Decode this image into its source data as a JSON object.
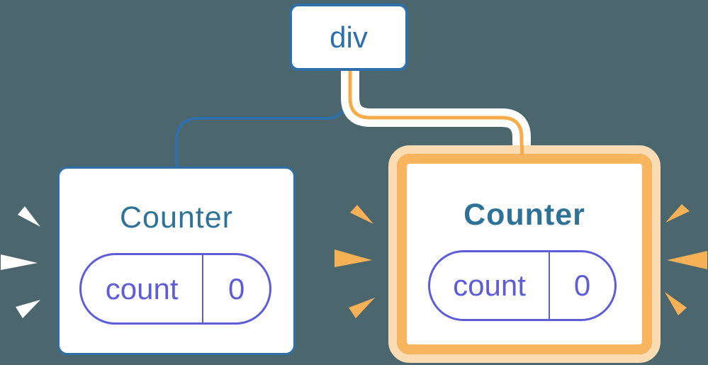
{
  "diagram": {
    "description": "React component tree: a div root with two Counter children; the right Counter instance is highlighted as re-rendered",
    "background_color": "#4C666E",
    "root": {
      "label": "div"
    },
    "children": [
      {
        "title": "Counter",
        "highlighted": false,
        "state": {
          "label": "count",
          "value": "0"
        }
      },
      {
        "title": "Counter",
        "highlighted": true,
        "state": {
          "label": "count",
          "value": "0"
        }
      }
    ],
    "sparkles": [
      {
        "side": "left",
        "color": "#FFFFFF"
      },
      {
        "side": "middle",
        "color": "#F6B156"
      },
      {
        "side": "right",
        "color": "#F6B156"
      }
    ],
    "colors": {
      "node_border_blue": "#2E6FA9",
      "edge_blue": "#2E6FA9",
      "edge_orange": "#F6AC48",
      "edge_outline_white": "#FFFFFF",
      "highlight_ring_outer": "#FBDCB2",
      "highlight_ring_inner": "#F8B55E",
      "title_teal": "#2E7297",
      "state_purple": "#5E5CD6",
      "node_fill": "#FFFFFF"
    }
  }
}
